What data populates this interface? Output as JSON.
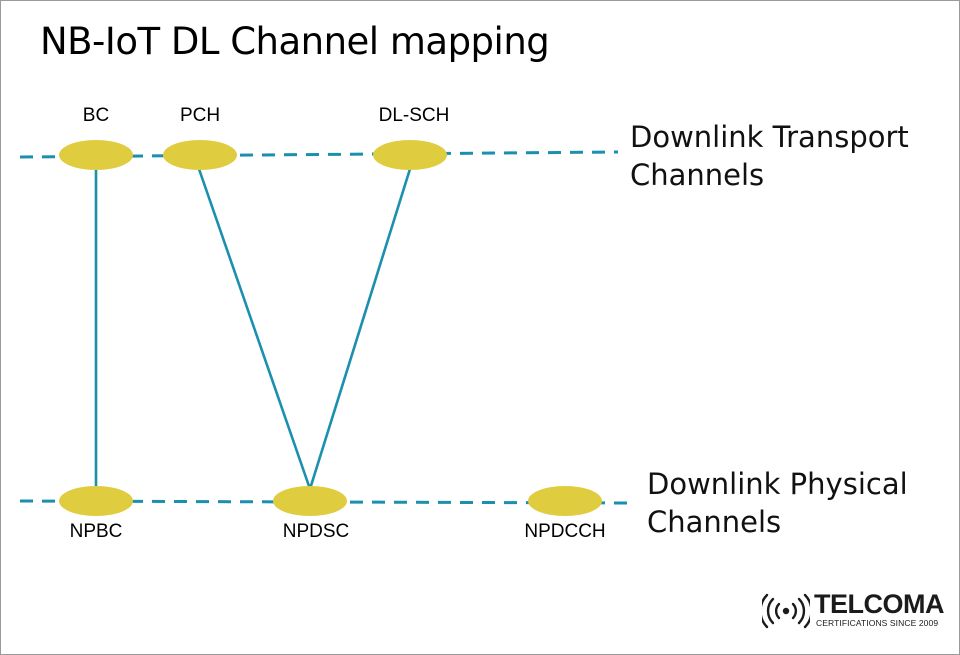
{
  "title": "NB-IoT DL Channel mapping",
  "colors": {
    "node_fill": "#e0cc3f",
    "line": "#1b8fae",
    "text": "#000000"
  },
  "layers": {
    "transport_label": "Downlink Transport Channels",
    "physical_label": "Downlink Physical Channels"
  },
  "transport_channels": [
    {
      "id": "bc",
      "label": "BC"
    },
    {
      "id": "pch",
      "label": "PCH"
    },
    {
      "id": "dlsch",
      "label": "DL-SCH"
    }
  ],
  "physical_channels": [
    {
      "id": "npbc",
      "label": "NPBC"
    },
    {
      "id": "npdsc",
      "label": "NPDSC"
    },
    {
      "id": "npdcch",
      "label": "NPDCCH"
    }
  ],
  "mappings": [
    {
      "from": "BC",
      "to": "NPBC"
    },
    {
      "from": "PCH",
      "to": "NPDSC"
    },
    {
      "from": "DL-SCH",
      "to": "NPDSC"
    }
  ],
  "logo": {
    "name": "TELCOMA",
    "tagline": "CERTIFICATIONS SINCE 2009",
    "icon": "broadcast-signal-icon"
  }
}
